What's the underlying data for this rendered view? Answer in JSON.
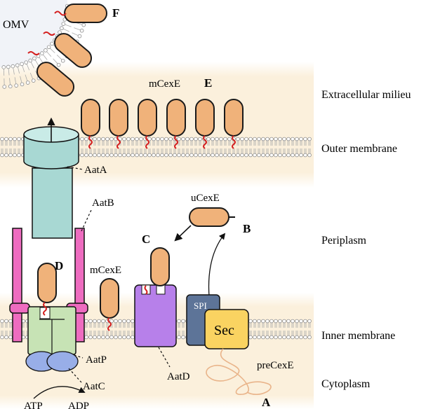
{
  "regions": {
    "extracellular": "Extracellular milieu",
    "outer_membrane": "Outer membrane",
    "periplasm": "Periplasm",
    "inner_membrane": "Inner membrane",
    "cytoplasm": "Cytoplasm"
  },
  "labels": {
    "omv": "OMV",
    "f": "F",
    "mcexe_top": "mCexE",
    "e": "E",
    "aata": "AatA",
    "aatb": "AatB",
    "ucexe": "uCexE",
    "b": "B",
    "c": "C",
    "d": "D",
    "mcexe_mid": "mCexE",
    "spi": "SPI",
    "sec": "Sec",
    "aatp": "AatP",
    "aatd": "AatD",
    "precexe": "preCexE",
    "aatc": "AatC",
    "atp": "ATP",
    "adp": "ADP",
    "a": "A"
  },
  "colors": {
    "background_band": "#fbf0dc",
    "cexe": "#f0b27a",
    "aata": "#a8d8d3",
    "aatb": "#ee6cc0",
    "aatp": "#c7e3b5",
    "aatc": "#98aee8",
    "aatd": "#b780ea",
    "spi": "#5d7498",
    "sec": "#fad361",
    "lipid_anchor": "#d41f1f",
    "membrane": "#9a9a9a"
  }
}
